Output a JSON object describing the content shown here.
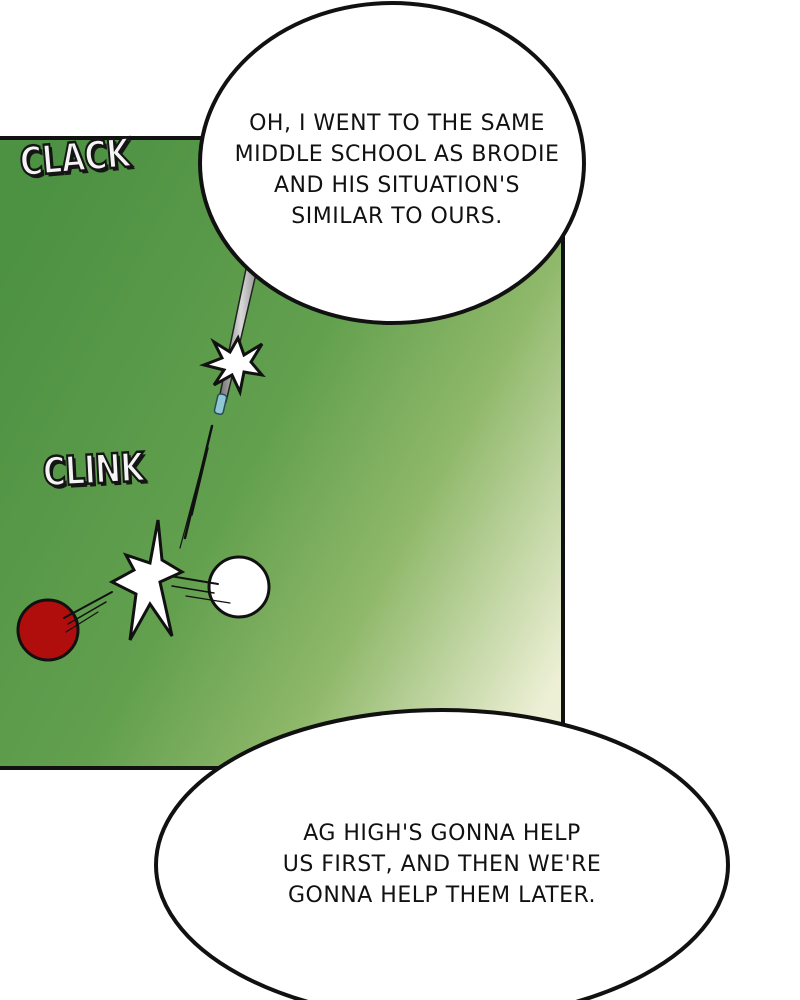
{
  "sfx": {
    "clack": "CLACK",
    "clink": "CLINK"
  },
  "bubbles": {
    "top": "OH, I WENT TO THE SAME\nMIDDLE SCHOOL AS BRODIE\nAND HIS SITUATION'S\nSIMILAR TO OURS.",
    "bottom": "AG HIGH'S GONNA HELP\nUS FIRST, AND THEN WE'RE\nGONNA HELP THEM LATER."
  },
  "colors": {
    "felt": "#5f9d4c",
    "felt_light": "#eef0d6",
    "red_ball": "#b00d0d",
    "white_ball": "#ffffff",
    "outline": "#111111"
  }
}
